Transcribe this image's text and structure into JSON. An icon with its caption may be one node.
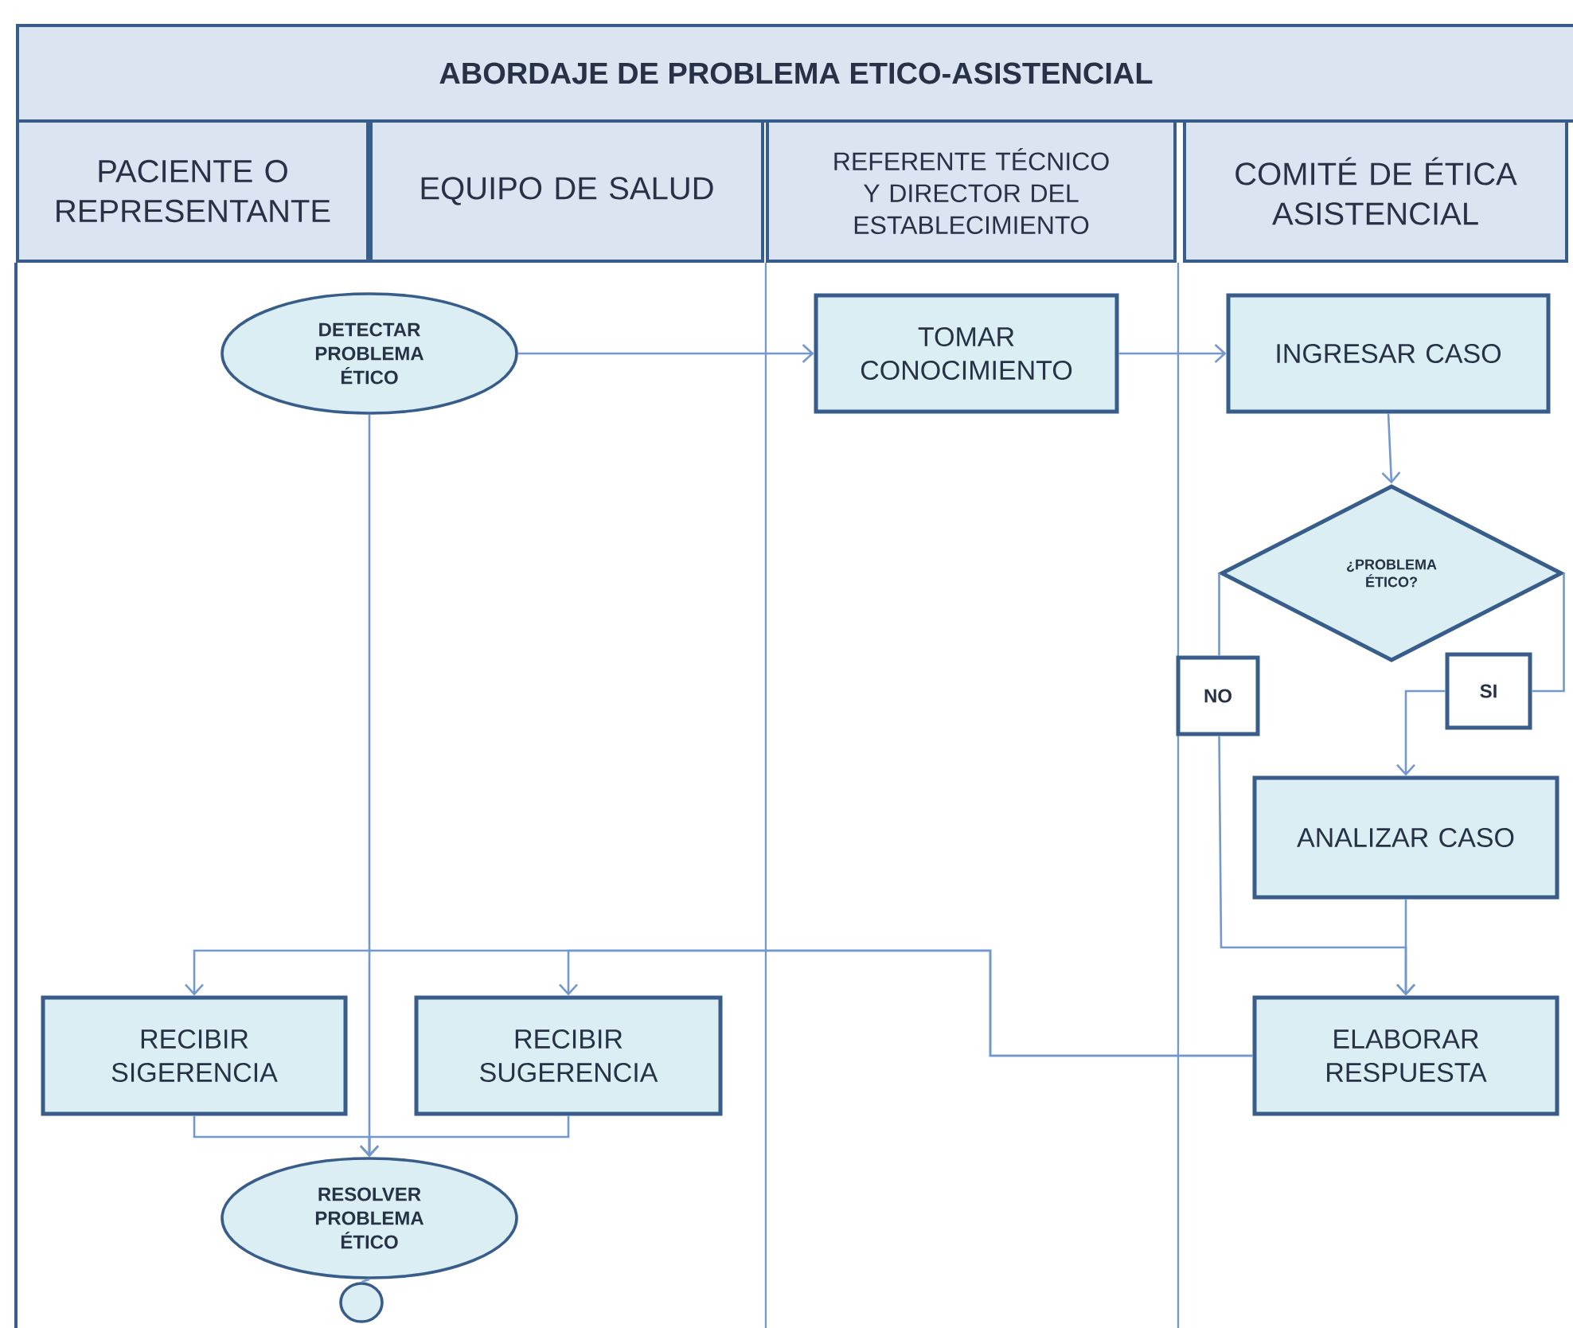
{
  "diagram": {
    "title": "ABORDAJE DE PROBLEMA ETICO-ASISTENCIAL",
    "nodes": [
      {
        "text": [
          "PACIENTE O REPRESENTANTE"
        ]
      },
      {
        "text": [
          "EQUIPO DE SALUD"
        ]
      },
      {
        "text": [
          "REFERENTE TÉCNICO Y DIRECTOR DEL ESTABLECIMIENTO"
        ]
      },
      {
        "text": [
          "COMITÉ DE ÉTICA ASISTENCIAL"
        ]
      },
      {
        "text": [
          "DETECTAR PROBLEMA ÉTICO"
        ]
      },
      {
        "text": [
          "TOMAR CONOCIMIENTO"
        ]
      },
      {
        "text": [
          "INGRESAR CASO"
        ]
      },
      {
        "text": [
          "¿PROBLEMA ÉTICO?"
        ]
      },
      {
        "text": [
          "NO"
        ]
      },
      {
        "text": [
          "SI"
        ]
      },
      {
        "text": [
          "ANALIZAR CASO"
        ]
      },
      {
        "text": [
          "RECIBIR SIGERENCIA"
        ]
      },
      {
        "text": [
          "RECIBIR SUGERENCIA"
        ]
      },
      {
        "text": [
          "ELABORAR RESPUESTA"
        ]
      },
      {
        "text": [
          "RESOLVER PROBLEMA ÉTICO"
        ]
      },
      {
        "text": [],
        "shape": "circle"
      }
    ],
    "edges": [
      {
        "from": 4,
        "to": 5,
        "arrow": "to"
      },
      {
        "from": 5,
        "to": 6,
        "arrow": "to"
      },
      {
        "from": 6,
        "to": 7,
        "arrow": "to"
      },
      {
        "from": 7,
        "to": 8,
        "arrow": "none"
      },
      {
        "from": 8,
        "to": 13,
        "arrow": "to"
      },
      {
        "from": 7,
        "to": 9,
        "arrow": "none"
      },
      {
        "from": 9,
        "to": 10,
        "arrow": "to"
      },
      {
        "from": 10,
        "to": 13,
        "arrow": "to"
      },
      {
        "from": 13,
        "to": 11,
        "arrow": "to"
      },
      {
        "from": 13,
        "to": 12,
        "arrow": "to"
      },
      {
        "from": 4,
        "to": 14,
        "arrow": "to"
      },
      {
        "from": 11,
        "to": 14,
        "arrow": "to"
      },
      {
        "from": 12,
        "to": 14,
        "arrow": "to"
      },
      {
        "from": 14,
        "to": 15,
        "arrow": "none"
      }
    ]
  }
}
